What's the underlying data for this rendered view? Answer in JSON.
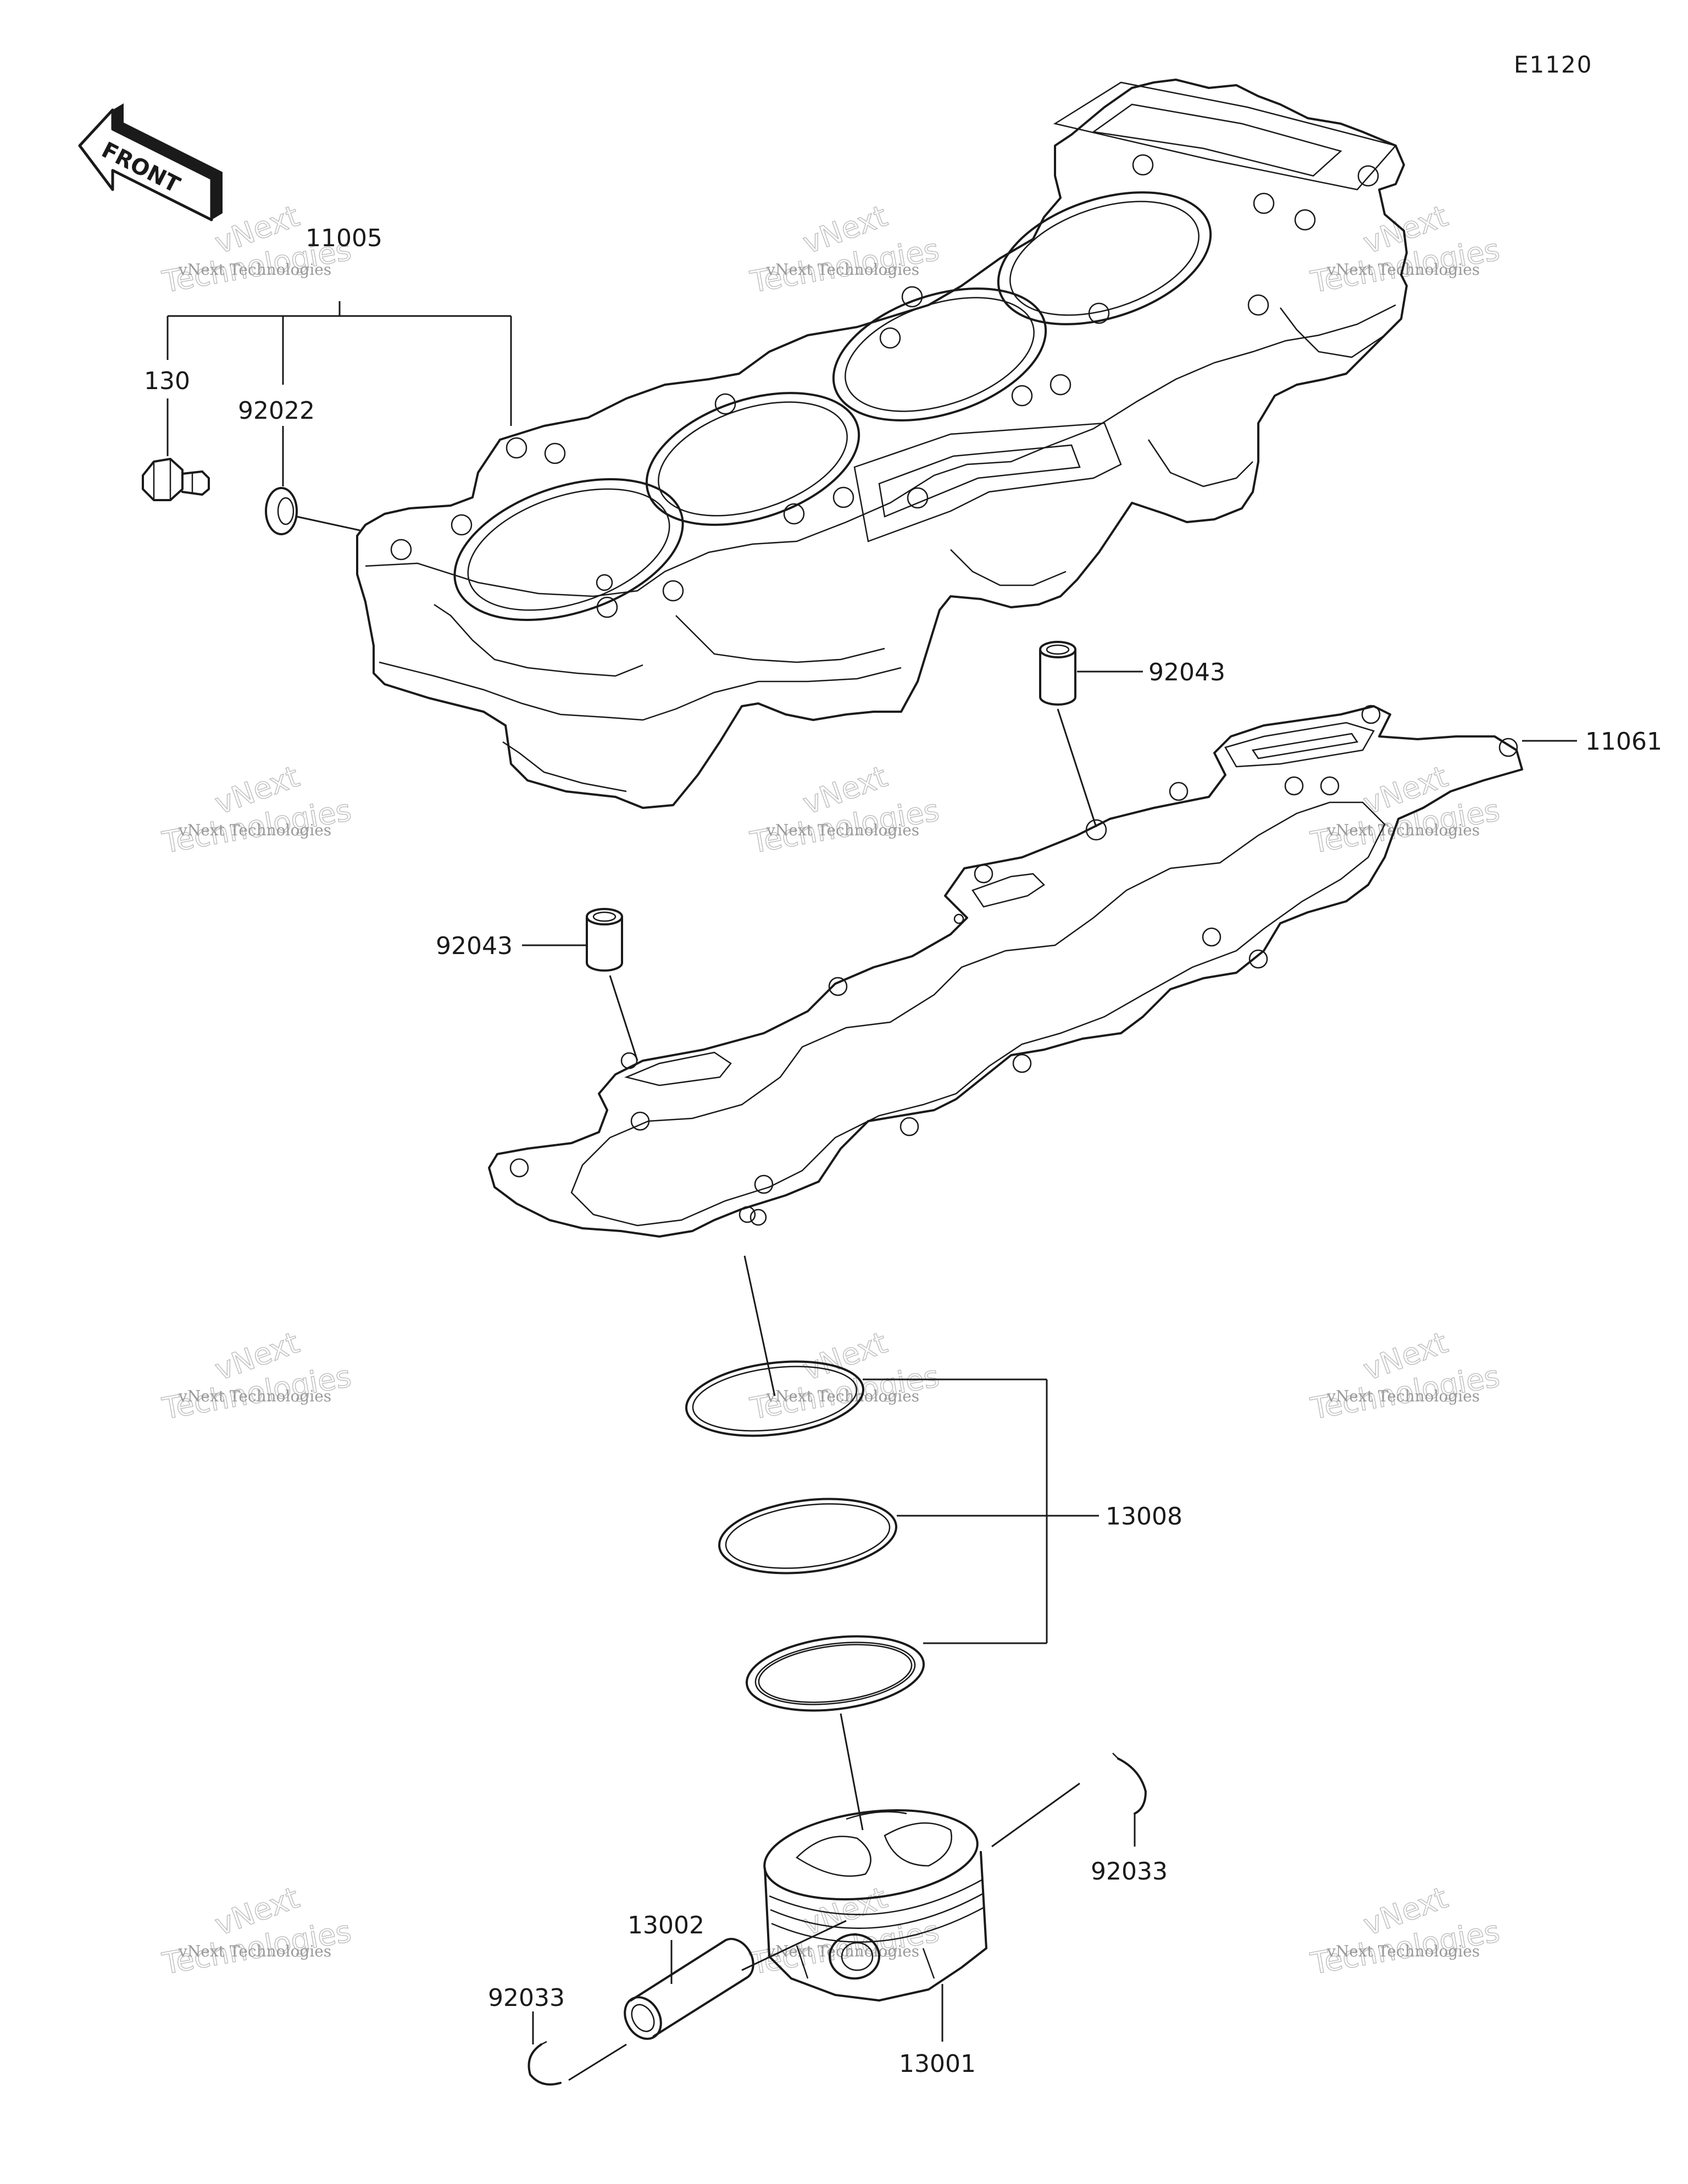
{
  "diagram": {
    "code": "E1120",
    "front_arrow_text": "FRONT",
    "watermark": {
      "line1": "vNext Technologies",
      "line2": "vNext",
      "line3": "Technologies"
    },
    "callouts": [
      {
        "id": "c11005",
        "part": "11005"
      },
      {
        "id": "c130",
        "part": "130"
      },
      {
        "id": "c92022",
        "part": "92022"
      },
      {
        "id": "c92043a",
        "part": "92043"
      },
      {
        "id": "c11061",
        "part": "11061"
      },
      {
        "id": "c92043b",
        "part": "92043"
      },
      {
        "id": "c13008",
        "part": "13008"
      },
      {
        "id": "c92033a",
        "part": "92033"
      },
      {
        "id": "c13002",
        "part": "13002"
      },
      {
        "id": "c92033b",
        "part": "92033"
      },
      {
        "id": "c13001",
        "part": "13001"
      }
    ]
  }
}
